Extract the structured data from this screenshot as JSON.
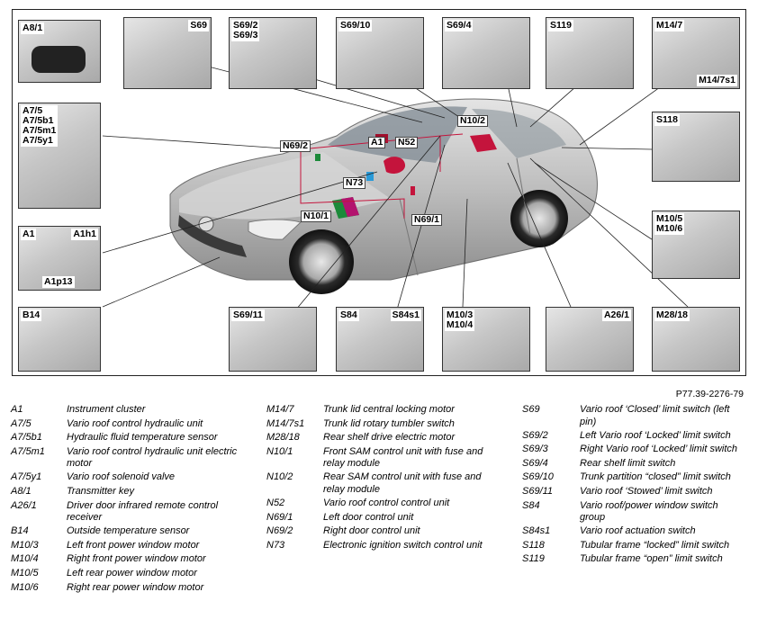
{
  "callouts": [
    {
      "id": "box-a8-1",
      "labels": [
        "A8/1"
      ]
    },
    {
      "id": "box-s69",
      "labels": [
        "S69"
      ]
    },
    {
      "id": "box-s69-2",
      "labels": [
        "S69/2\nS69/3"
      ]
    },
    {
      "id": "box-s69-10",
      "labels": [
        "S69/10"
      ]
    },
    {
      "id": "box-s69-4",
      "labels": [
        "S69/4"
      ]
    },
    {
      "id": "box-s119",
      "labels": [
        "S119"
      ]
    },
    {
      "id": "box-m14-7",
      "labels": [
        "M14/7",
        "M14/7s1"
      ]
    },
    {
      "id": "box-a7-5",
      "labels": [
        "A7/5\nA7/5b1\nA7/5m1\nA7/5y1"
      ]
    },
    {
      "id": "box-s118",
      "labels": [
        "S118"
      ]
    },
    {
      "id": "box-a1",
      "labels": [
        "A1",
        "A1h1",
        "A1p13"
      ]
    },
    {
      "id": "box-m10-5",
      "labels": [
        "M10/5\nM10/6"
      ]
    },
    {
      "id": "box-b14",
      "labels": [
        "B14"
      ]
    },
    {
      "id": "box-s69-11",
      "labels": [
        "S69/11"
      ]
    },
    {
      "id": "box-s84",
      "labels": [
        "S84",
        "S84s1"
      ]
    },
    {
      "id": "box-m10-3",
      "labels": [
        "M10/3\nM10/4"
      ]
    },
    {
      "id": "box-a26-1",
      "labels": [
        "A26/1"
      ]
    },
    {
      "id": "box-m28-18",
      "labels": [
        "M28/18"
      ]
    }
  ],
  "car_labels": [
    "N10/2",
    "N69/2",
    "A1",
    "N52",
    "N73",
    "N10/1",
    "N69/1"
  ],
  "figure_ref": "P77.39-2276-79",
  "legend": [
    [
      {
        "code": "A1",
        "desc": "Instrument cluster"
      },
      {
        "code": "A7/5",
        "desc": "Vario roof control hydraulic unit"
      },
      {
        "code": "A7/5b1",
        "desc": "Hydraulic fluid temperature sensor"
      },
      {
        "code": "A7/5m1",
        "desc": "Vario roof control hydraulic unit electric motor"
      },
      {
        "code": "A7/5y1",
        "desc": "Vario roof solenoid valve"
      },
      {
        "code": "A8/1",
        "desc": "Transmitter key"
      },
      {
        "code": "A26/1",
        "desc": "Driver door infrared remote control receiver"
      },
      {
        "code": "B14",
        "desc": "Outside temperature sensor"
      },
      {
        "code": "M10/3",
        "desc": "Left front power window motor"
      },
      {
        "code": "M10/4",
        "desc": "Right front power window motor"
      },
      {
        "code": "M10/5",
        "desc": "Left rear power window motor"
      },
      {
        "code": "M10/6",
        "desc": "Right rear power window motor"
      }
    ],
    [
      {
        "code": "M14/7",
        "desc": "Trunk lid central locking motor"
      },
      {
        "code": "M14/7s1",
        "desc": "Trunk lid rotary tumbler switch"
      },
      {
        "code": "M28/18",
        "desc": "Rear shelf drive electric motor"
      },
      {
        "code": "N10/1",
        "desc": "Front SAM control unit with fuse and relay module"
      },
      {
        "code": "N10/2",
        "desc": "Rear SAM control unit with fuse and relay module"
      },
      {
        "code": "N52",
        "desc": "Vario roof control control unit"
      },
      {
        "code": "N69/1",
        "desc": "Left door control unit"
      },
      {
        "code": "N69/2",
        "desc": "Right door control unit"
      },
      {
        "code": "N73",
        "desc": "Electronic ignition switch control unit"
      }
    ],
    [
      {
        "code": "S69",
        "desc": "Vario roof ‘Closed’ limit switch (left pin)"
      },
      {
        "code": "S69/2",
        "desc": "Left Vario roof ‘Locked’ limit switch"
      },
      {
        "code": "S69/3",
        "desc": "Right Vario roof ‘Locked’ limit switch"
      },
      {
        "code": "S69/4",
        "desc": "Rear shelf limit switch"
      },
      {
        "code": "S69/10",
        "desc": "Trunk partition “closed” limit switch"
      },
      {
        "code": "S69/11",
        "desc": "Vario roof ‘Stowed’ limit switch"
      },
      {
        "code": "S84",
        "desc": "Vario roof/power window switch group"
      },
      {
        "code": "S84s1",
        "desc": "Vario roof actuation switch"
      },
      {
        "code": "S118",
        "desc": "Tubular frame “locked” limit switch"
      },
      {
        "code": "S119",
        "desc": "Tubular frame “open” limit switch"
      }
    ]
  ]
}
